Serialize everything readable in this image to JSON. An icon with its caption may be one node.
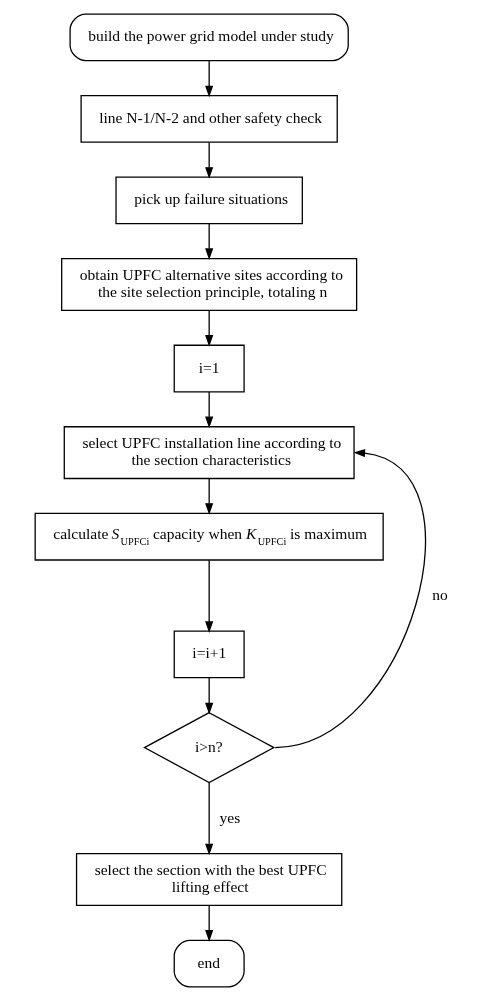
{
  "diagram": {
    "nodes": [
      {
        "text": [
          "build the power grid model under study"
        ]
      },
      {
        "text": [
          "line N-1/N-2 and other safety check"
        ]
      },
      {
        "text": [
          "pick up failure situations"
        ]
      },
      {
        "text": [
          "obtain UPFC alternative sites according to the site selection principle, totaling n"
        ]
      },
      {
        "text": [
          "i=1"
        ]
      },
      {
        "text": [
          "select UPFC installation line according to the section characteristics"
        ]
      },
      {
        "text": [
          "calculate *S*$_{UPFCi}$ capacity when *K*$_{UPFCi}$ is maximum"
        ]
      },
      {
        "text": [
          "i=i+1"
        ]
      },
      {
        "text": [
          "i>n?"
        ]
      },
      {
        "text": [
          "select the section with the best UPFC lifting effect"
        ]
      },
      {
        "text": [
          "end"
        ]
      }
    ],
    "edges": [
      {
        "from": 0,
        "to": 1,
        "arrow": "to"
      },
      {
        "from": 1,
        "to": 2,
        "arrow": "to"
      },
      {
        "from": 2,
        "to": 3,
        "arrow": "to"
      },
      {
        "from": 3,
        "to": 4,
        "arrow": "to"
      },
      {
        "from": 4,
        "to": 5,
        "arrow": "to"
      },
      {
        "from": 5,
        "to": 6,
        "arrow": "to"
      },
      {
        "from": 6,
        "to": 7,
        "arrow": "to"
      },
      {
        "from": 7,
        "to": 8,
        "arrow": "to"
      },
      {
        "from": 8,
        "to": 5,
        "arrow": "to",
        "label": "no"
      },
      {
        "from": 8,
        "to": 9,
        "arrow": "to",
        "label": "yes"
      },
      {
        "from": 9,
        "to": 10,
        "arrow": "to"
      }
    ]
  }
}
